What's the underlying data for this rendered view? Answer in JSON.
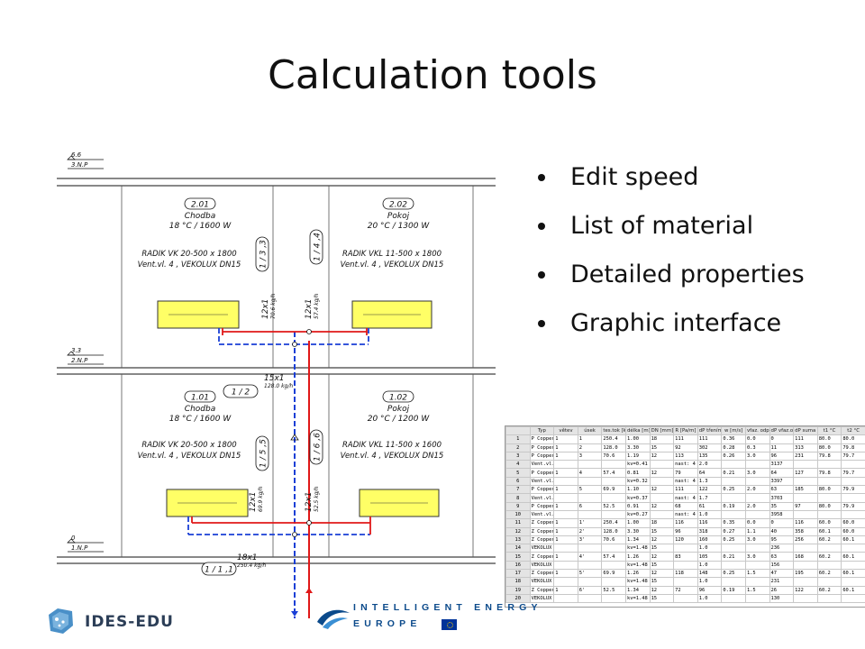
{
  "slide": {
    "title": "Calculation tools",
    "bullets": [
      "Edit speed",
      "List of material",
      "Detailed properties",
      "Graphic interface"
    ]
  },
  "schema": {
    "levels": [
      {
        "elevation": "6.6",
        "name": "3.N.P"
      },
      {
        "elevation": "3.3",
        "name": "2.N.P"
      },
      {
        "elevation": "0",
        "name": "1.N.P"
      }
    ],
    "rooms": [
      {
        "id": "2.01",
        "name": "Chodba",
        "spec": "18 °C / 1600 W"
      },
      {
        "id": "2.02",
        "name": "Pokoj",
        "spec": "20 °C / 1300 W"
      },
      {
        "id": "1.01",
        "name": "Chodba",
        "spec": "18 °C / 1600 W"
      },
      {
        "id": "1.02",
        "name": "Pokoj",
        "spec": "20 °C / 1200 W"
      }
    ],
    "radiators": [
      {
        "type": "RADIK VK  20-500 x 1800",
        "valve": "Vent.vl.  4 ,  VEKOLUX DN15"
      },
      {
        "type": "RADIK VKL 11-500 x 1800",
        "valve": "Vent.vl.  4 ,  VEKOLUX DN15"
      },
      {
        "type": "RADIK VK  20-500 x 1800",
        "valve": "Vent.vl.  4 ,  VEKOLUX DN15"
      },
      {
        "type": "RADIK VKL 11-500 x 1600",
        "valve": "Vent.vl.  4 ,  VEKOLUX DN15"
      }
    ],
    "section_tags": [
      "1 / 3 ,3",
      "1 / 4 ,4",
      "1 / 2",
      "1 / 5 ,5",
      "1 / 6 ,6",
      "1 / 1 ,1"
    ],
    "pipes": [
      {
        "dim": "12x1",
        "flow": "70.6 kg/h"
      },
      {
        "dim": "12x1",
        "flow": "57.4 kg/h"
      },
      {
        "dim": "15x1",
        "flow": "128.0 kg/h"
      },
      {
        "dim": "12x1",
        "flow": "69.9 kg/h"
      },
      {
        "dim": "12x1",
        "flow": "52.5 kg/h"
      },
      {
        "dim": "18x1",
        "flow": "250.4 kg/h"
      }
    ]
  },
  "material_table": {
    "headers": [
      "",
      "Typ",
      "větev",
      "úsek",
      "tes.tok [kg/h]",
      "délka [m]",
      "DN [mm]",
      "R [Pa/m]",
      "dP třením [P",
      "w [m/s]",
      "vfaz. odp",
      "dP vfaz.odp",
      "dP suma [Pa]",
      "t1 °C",
      "t2 °C"
    ],
    "rows": [
      [
        "1",
        "P  Copper",
        "1",
        "1",
        "250.4",
        "1.00",
        "18",
        "111",
        "111",
        "0.36",
        "0.0",
        "0",
        "111",
        "80.0",
        "80.0"
      ],
      [
        "2",
        "P  Copper",
        "1",
        "2",
        "128.0",
        "3.30",
        "15",
        "92",
        "302",
        "0.28",
        "0.3",
        "11",
        "313",
        "80.0",
        "79.8"
      ],
      [
        "3",
        "P  Copper",
        "1",
        "3",
        "70.6",
        "1.19",
        "12",
        "113",
        "135",
        "0.26",
        "3.0",
        "96",
        "231",
        "79.8",
        "79.7"
      ],
      [
        "4",
        "   Vent.vl.",
        "",
        "",
        "",
        "kv=0.41",
        "",
        "nast: 4",
        "2.0",
        "",
        "",
        "3137",
        "",
        "",
        ""
      ],
      [
        "5",
        "P  Copper",
        "1",
        "4",
        "57.4",
        "0.81",
        "12",
        "79",
        "64",
        "0.21",
        "3.0",
        "64",
        "127",
        "79.8",
        "79.7"
      ],
      [
        "6",
        "   Vent.vl.",
        "",
        "",
        "",
        "kv=0.32",
        "",
        "nast: 4",
        "1.3",
        "",
        "",
        "3397",
        "",
        "",
        ""
      ],
      [
        "7",
        "P  Copper",
        "1",
        "5",
        "69.9",
        "1.10",
        "12",
        "111",
        "122",
        "0.25",
        "2.0",
        "63",
        "185",
        "80.0",
        "79.9"
      ],
      [
        "8",
        "   Vent.vl.",
        "",
        "",
        "",
        "kv=0.37",
        "",
        "nast: 4",
        "1.7",
        "",
        "",
        "3703",
        "",
        "",
        ""
      ],
      [
        "9",
        "P  Copper",
        "1",
        "6",
        "52.5",
        "0.91",
        "12",
        "68",
        "61",
        "0.19",
        "2.0",
        "35",
        "97",
        "80.0",
        "79.9"
      ],
      [
        "10",
        "   Vent.vl.",
        "",
        "",
        "",
        "kv=0.27",
        "",
        "nast: 4",
        "1.0",
        "",
        "",
        "3958",
        "",
        "",
        ""
      ],
      [
        "11",
        "Z  Copper",
        "1",
        "1'",
        "250.4",
        "1.00",
        "18",
        "116",
        "116",
        "0.35",
        "0.0",
        "0",
        "116",
        "60.0",
        "60.0"
      ],
      [
        "12",
        "Z  Copper",
        "1",
        "2'",
        "128.0",
        "3.30",
        "15",
        "96",
        "318",
        "0.27",
        "1.1",
        "40",
        "358",
        "60.1",
        "60.0"
      ],
      [
        "13",
        "Z  Copper",
        "1",
        "3'",
        "70.6",
        "1.34",
        "12",
        "120",
        "160",
        "0.25",
        "3.0",
        "95",
        "256",
        "60.2",
        "60.1"
      ],
      [
        "14",
        "   VEKOLUX",
        "",
        "",
        "",
        "kv=1.48",
        "15",
        "",
        "1.0",
        "",
        "",
        "236",
        "",
        "",
        ""
      ],
      [
        "15",
        "Z  Copper",
        "1",
        "4'",
        "57.4",
        "1.26",
        "12",
        "83",
        "105",
        "0.21",
        "3.0",
        "63",
        "168",
        "60.2",
        "60.1"
      ],
      [
        "16",
        "   VEKOLUX",
        "",
        "",
        "",
        "kv=1.48",
        "15",
        "",
        "1.0",
        "",
        "",
        "156",
        "",
        "",
        ""
      ],
      [
        "17",
        "Z  Copper",
        "1",
        "5'",
        "69.9",
        "1.26",
        "12",
        "118",
        "148",
        "0.25",
        "1.5",
        "47",
        "195",
        "60.2",
        "60.1"
      ],
      [
        "18",
        "   VEKOLUX",
        "",
        "",
        "",
        "kv=1.48",
        "15",
        "",
        "1.0",
        "",
        "",
        "231",
        "",
        "",
        ""
      ],
      [
        "19",
        "Z  Copper",
        "1",
        "6'",
        "52.5",
        "1.34",
        "12",
        "72",
        "96",
        "0.19",
        "1.5",
        "26",
        "122",
        "60.2",
        "60.1"
      ],
      [
        "20",
        "   VEKOLUX",
        "",
        "",
        "",
        "kv=1.48",
        "15",
        "",
        "1.0",
        "",
        "",
        "130",
        "",
        "",
        ""
      ]
    ]
  },
  "logos": {
    "ides": "IDES-EDU",
    "iee_line1": "INTELLIGENT ENERGY",
    "iee_line2": "EUROPE"
  },
  "colors": {
    "supply": "#e01818",
    "return": "#1a3fd6",
    "radiator_fill": "#ffff66",
    "ides_mark": "#4a90c8",
    "iee_blue": "#0b4a8b"
  }
}
